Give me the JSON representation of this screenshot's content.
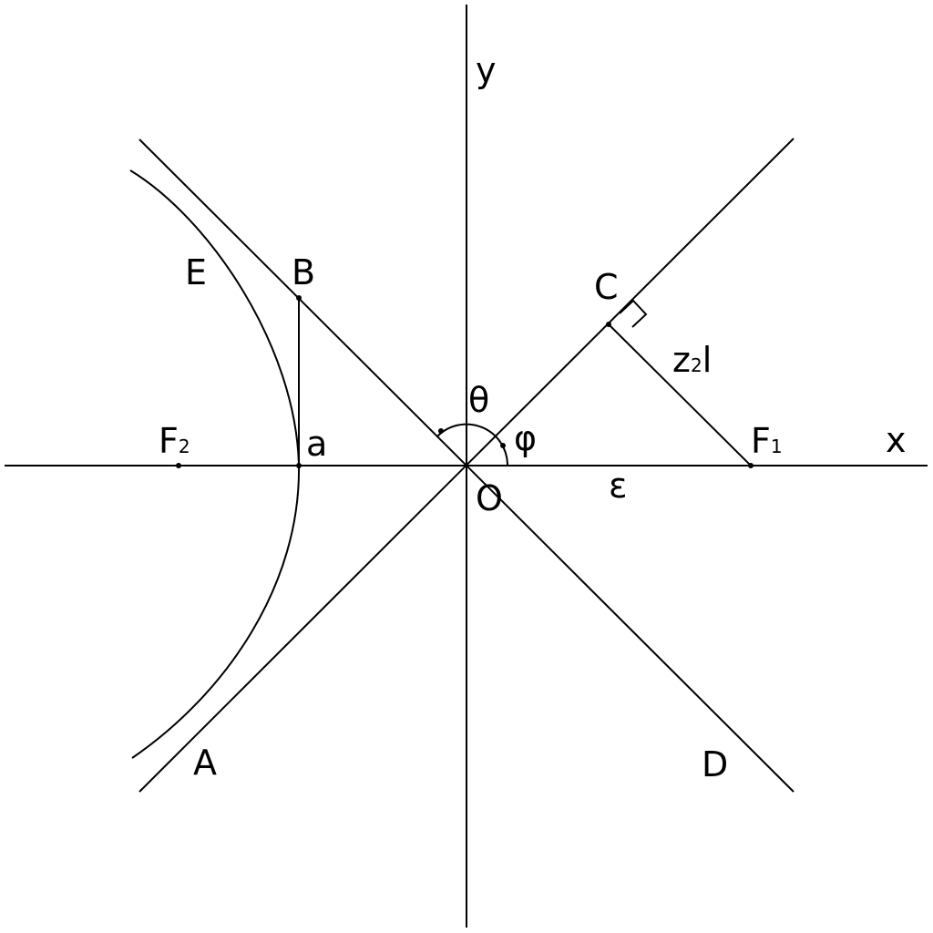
{
  "labels": {
    "y_axis": "y",
    "x_axis": "x",
    "origin": "O",
    "point_e": "E",
    "point_b": "B",
    "point_c": "C",
    "point_a_upper": "A",
    "point_d": "D",
    "vertex_a": "a",
    "focus_1": "F",
    "focus_1_sub": "1",
    "focus_2": "F",
    "focus_2_sub": "2",
    "segment_z": "z",
    "segment_z_sub": "2",
    "segment_z_suffix": "l",
    "theta": "θ",
    "phi": "φ",
    "epsilon": "ε"
  },
  "colors": {
    "stroke": "#000000",
    "background": "#ffffff"
  }
}
